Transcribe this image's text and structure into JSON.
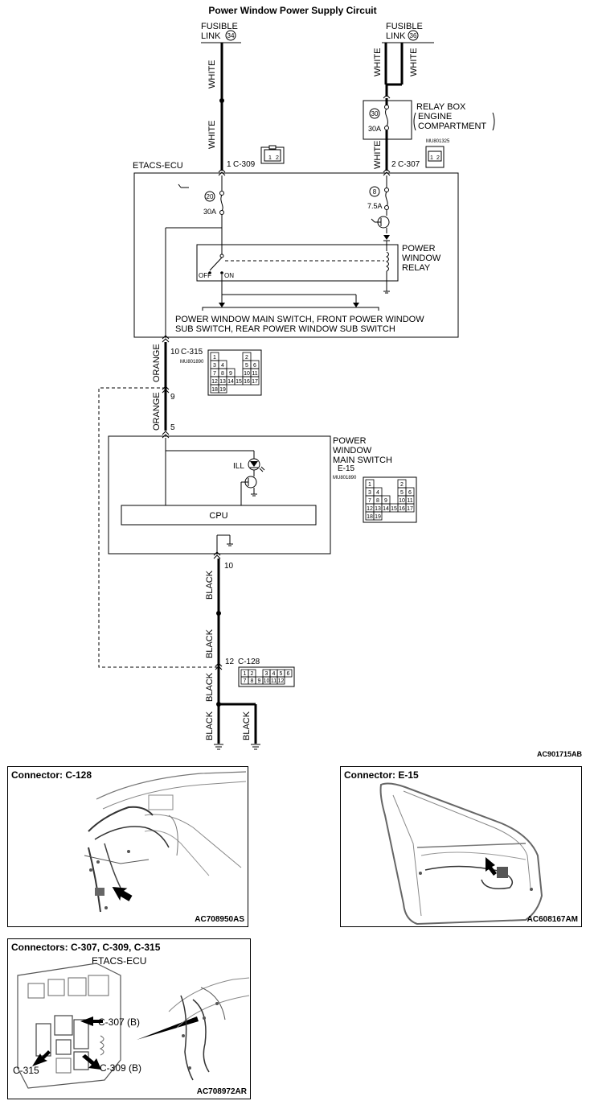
{
  "diagram": {
    "title": "Power Window Power Supply Circuit",
    "figure_code": "AC901715AB",
    "fusible_link_34": {
      "label": "FUSIBLE\nLINK",
      "num": "34"
    },
    "fusible_link_36": {
      "label": "FUSIBLE\nLINK",
      "num": "36"
    },
    "relay_box": {
      "label": "RELAY BOX",
      "sub1": "ENGINE",
      "sub2": "COMPARTMENT",
      "fuse_num": "30",
      "fuse_amp": "30A"
    },
    "etacs_ecu_label": "ETACS-ECU",
    "fuse_20": {
      "num": "20",
      "amp": "30A"
    },
    "fuse_8": {
      "num": "8",
      "amp": "7.5A"
    },
    "relay": {
      "l1": "POWER",
      "l2": "WINDOW",
      "l3": "RELAY",
      "off": "OFF",
      "on": "ON"
    },
    "dest": {
      "l1": "POWER WINDOW MAIN SWITCH, FRONT POWER WINDOW",
      "l2": "SUB SWITCH, REAR POWER WINDOW SUB SWITCH"
    },
    "main_switch": {
      "l1": "POWER",
      "l2": "WINDOW",
      "l3": "MAIN SWITCH",
      "conn": "E-15",
      "part": "MU801890",
      "ill": "ILL",
      "cpu": "CPU"
    },
    "connectors": {
      "c309": {
        "pin": "1",
        "name": "C-309"
      },
      "c307": {
        "pin": "2",
        "name": "C-307",
        "part": "MU801325"
      },
      "c315": {
        "pin": "10",
        "name": "C-315",
        "part": "MU801890"
      },
      "c128": {
        "pin": "12",
        "name": "C-128"
      },
      "pin9": "9",
      "pin5": "5",
      "pin10": "10"
    },
    "wires": {
      "white": "WHITE",
      "orange": "ORANGE",
      "black": "BLACK"
    },
    "c315_grid": [
      "1",
      "",
      "",
      "",
      "2",
      "",
      "3",
      "4",
      "",
      "",
      "5",
      "6",
      "7",
      "8",
      "9",
      "",
      "10",
      "11",
      "12",
      "13",
      "14",
      "15",
      "16",
      "17",
      "18",
      "19"
    ],
    "c128_grid": [
      "1",
      "2",
      "",
      "3",
      "4",
      "5",
      "6",
      "7",
      "8",
      "9",
      "10",
      "11",
      "12"
    ]
  },
  "panels": {
    "c128": {
      "title": "Connector: C-128",
      "code": "AC708950AS"
    },
    "e15": {
      "title": "Connector: E-15",
      "code": "AC608167AM"
    },
    "c307": {
      "title": "Connectors: C-307, C-309, C-315",
      "subtitle": "ETACS-ECU",
      "code": "AC708972AR",
      "label_c307": "C-307 (B)",
      "label_c309": "C-309 (B)",
      "label_c315": "C-315"
    }
  }
}
